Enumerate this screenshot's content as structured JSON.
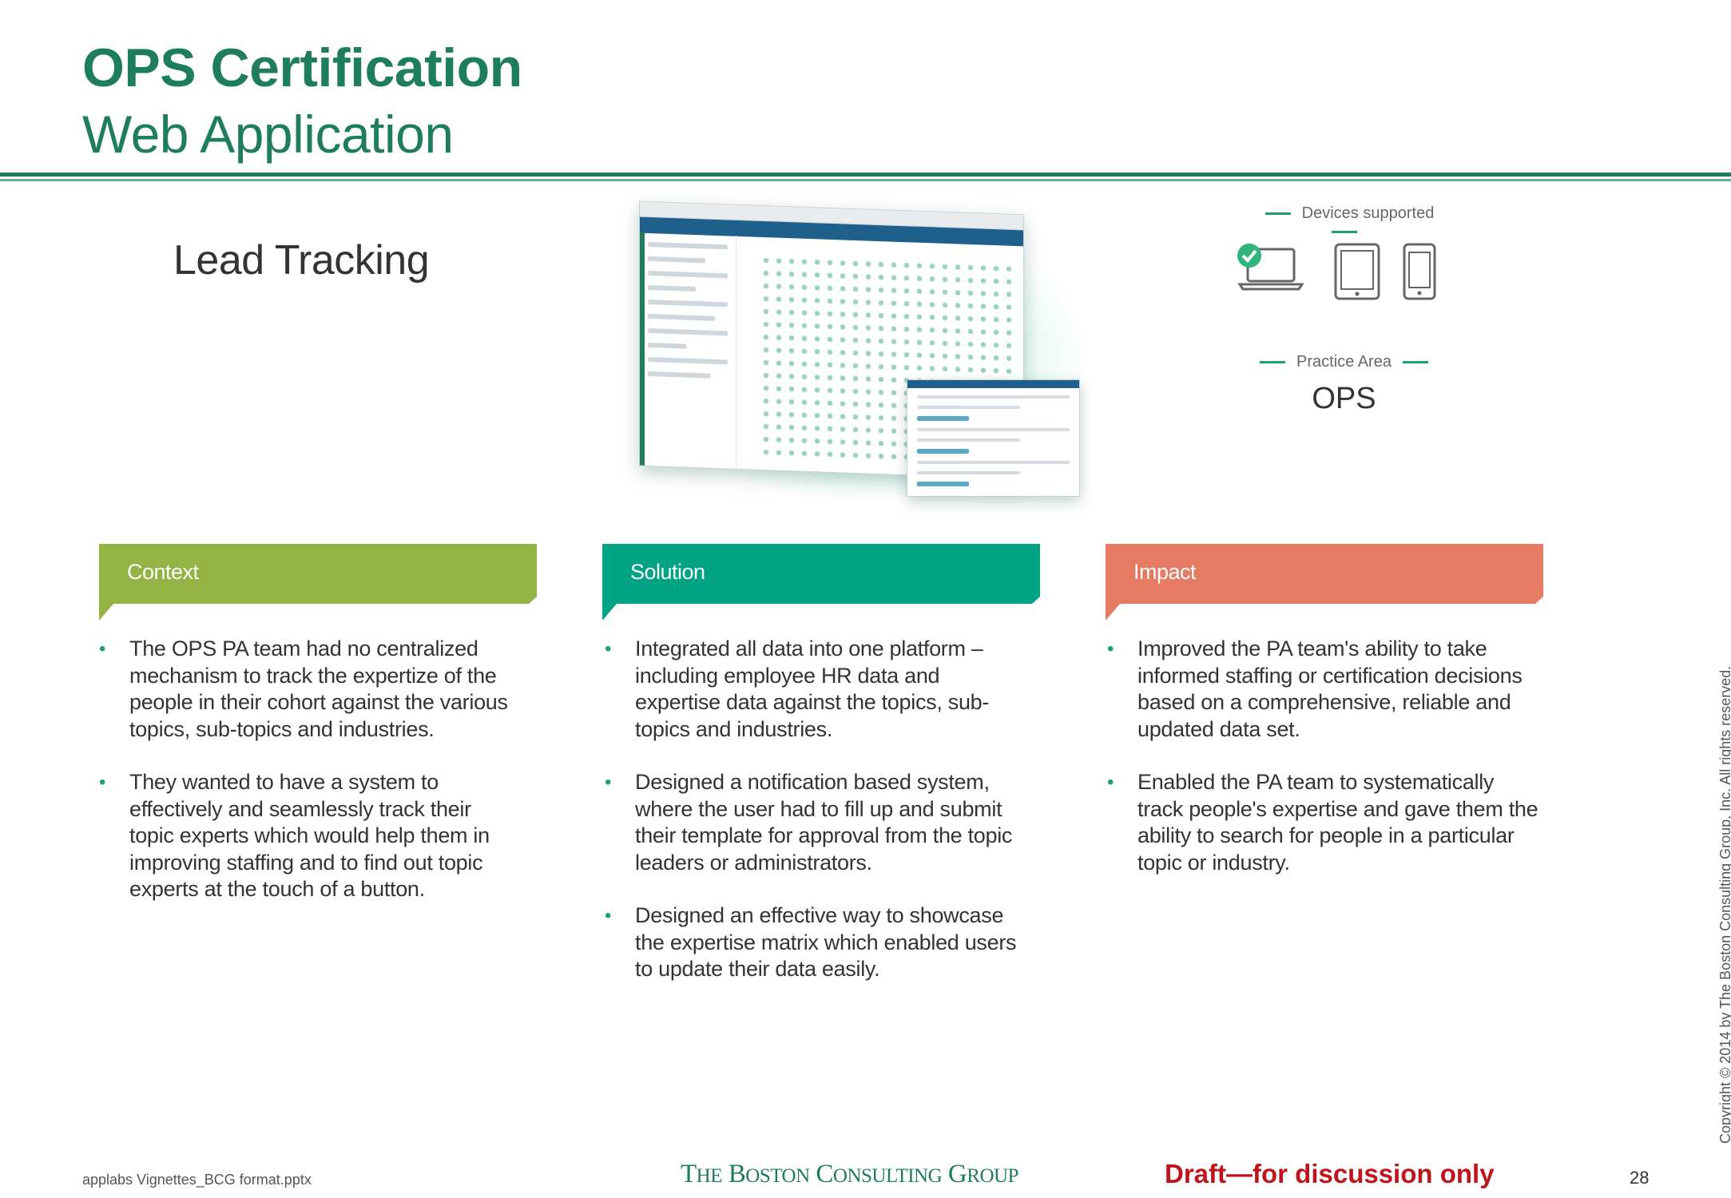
{
  "header": {
    "title": "OPS Certification",
    "subtitle": "Web Application"
  },
  "lead_title": "Lead Tracking",
  "sidebar_info": {
    "devices_label": "Devices supported",
    "practice_area_label": "Practice Area",
    "practice_area_value": "OPS",
    "supported_devices": [
      "laptop"
    ],
    "icons": [
      "laptop-icon",
      "tablet-icon",
      "phone-icon",
      "check-icon"
    ]
  },
  "sections": {
    "context": {
      "title": "Context",
      "color": "#93b444",
      "bullets": [
        "The OPS PA team had no centralized mechanism to track the expertize of the people in their cohort against the various topics, sub-topics and industries.",
        "They wanted to have a system to effectively and seamlessly track their topic experts which would help them in improving staffing and to find out topic experts at the touch of a button."
      ]
    },
    "solution": {
      "title": "Solution",
      "color": "#00a383",
      "bullets": [
        "Integrated all data into one platform – including employee HR data and expertise data against the topics, sub-topics and industries.",
        "Designed a notification based system, where the user had to fill up and submit their template for approval from the topic leaders or administrators.",
        "Designed an effective way to showcase the expertise matrix which enabled users to update their data easily."
      ]
    },
    "impact": {
      "title": "Impact",
      "color": "#e77a62",
      "bullets": [
        "Improved the PA team's ability to take informed staffing or certification decisions based on a comprehensive, reliable and updated data set.",
        "Enabled the PA team to systematically track people's expertise and gave them the ability to search for people in a particular topic or industry."
      ]
    }
  },
  "footer": {
    "file": "applabs Vignettes_BCG format.pptx",
    "logo": "THE BOSTON CONSULTING GROUP",
    "draft": "Draft—for discussion only",
    "page": "28",
    "copyright": "Copyright © 2014 by The Boston Consulting Group, Inc. All rights reserved."
  },
  "colors": {
    "brand_green": "#1e7d5c",
    "draft_red": "#c0141c"
  }
}
